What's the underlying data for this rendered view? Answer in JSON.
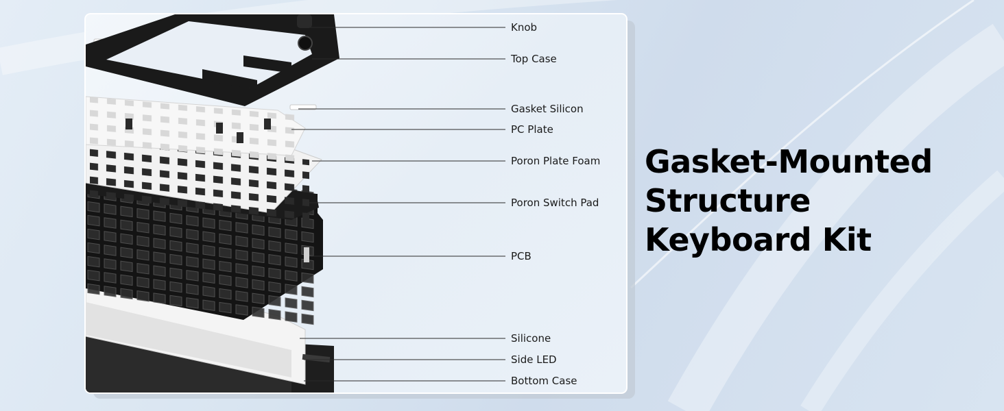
{
  "headline": {
    "line1": "Gasket-Mounted",
    "line2": "Structure",
    "line3": "Keyboard Kit"
  },
  "layers": [
    {
      "label": "Knob"
    },
    {
      "label": "Top Case"
    },
    {
      "label": "Gasket Silicon"
    },
    {
      "label": "PC Plate"
    },
    {
      "label": "Poron Plate Foam"
    },
    {
      "label": "Poron Switch Pad"
    },
    {
      "label": "PCB"
    },
    {
      "label": "Silicone"
    },
    {
      "label": "Side LED"
    },
    {
      "label": "Bottom Case"
    }
  ]
}
